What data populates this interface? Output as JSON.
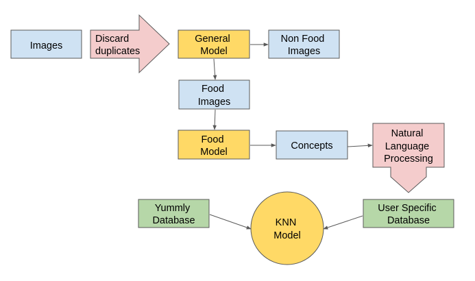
{
  "colors": {
    "blue_fill": "#cfe2f3",
    "yellow_fill": "#ffd966",
    "pink_fill": "#f4cccc",
    "green_fill": "#b6d7a8",
    "stroke": "#595959"
  },
  "nodes": {
    "images": {
      "lines": [
        "Images"
      ]
    },
    "discard": {
      "lines": [
        "Discard",
        "duplicates"
      ]
    },
    "general_model": {
      "lines": [
        "General",
        "Model"
      ]
    },
    "non_food_images": {
      "lines": [
        "Non Food",
        "Images"
      ]
    },
    "food_images": {
      "lines": [
        "Food",
        "Images"
      ]
    },
    "food_model": {
      "lines": [
        "Food",
        "Model"
      ]
    },
    "concepts": {
      "lines": [
        "Concepts"
      ]
    },
    "nlp": {
      "lines": [
        "Natural",
        "Language",
        "Processing"
      ]
    },
    "yummly_db": {
      "lines": [
        "Yummly",
        "Database"
      ]
    },
    "knn_model": {
      "lines": [
        "KNN",
        "Model"
      ]
    },
    "user_db": {
      "lines": [
        "User Specific",
        "Database"
      ]
    }
  },
  "edges": [
    {
      "from": "general_model",
      "to": "non_food_images"
    },
    {
      "from": "general_model",
      "to": "food_images"
    },
    {
      "from": "food_images",
      "to": "food_model"
    },
    {
      "from": "food_model",
      "to": "concepts"
    },
    {
      "from": "concepts",
      "to": "nlp"
    },
    {
      "from": "yummly_db",
      "to": "knn_model"
    },
    {
      "from": "user_db",
      "to": "knn_model"
    }
  ]
}
